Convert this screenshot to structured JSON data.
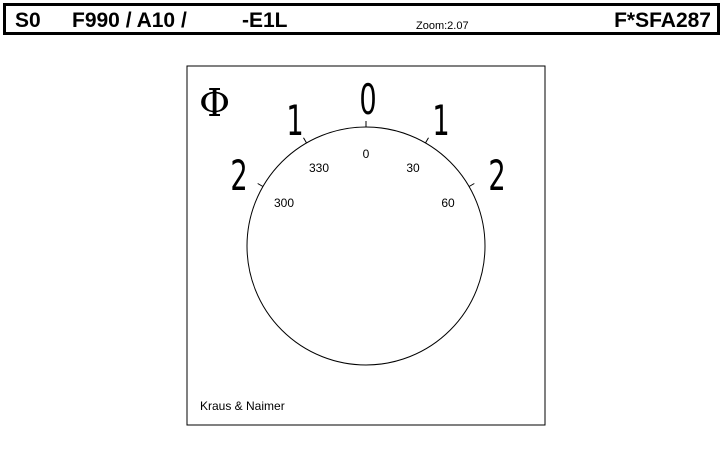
{
  "header": {
    "series": "S0",
    "code": "F990 / A10 /",
    "variant": "-E1L",
    "zoom": "Zoom:2.07",
    "reference": "F*SFA287"
  },
  "plate": {
    "phase_symbol": "Φ",
    "positions": [
      {
        "label": "2"
      },
      {
        "label": "1"
      },
      {
        "label": "0"
      },
      {
        "label": "1"
      },
      {
        "label": "2"
      }
    ],
    "angle_labels": [
      {
        "label": "300",
        "angle": 300
      },
      {
        "label": "330",
        "angle": 330
      },
      {
        "label": "0",
        "angle": 0
      },
      {
        "label": "30",
        "angle": 30
      },
      {
        "label": "60",
        "angle": 60
      }
    ],
    "tick_angles": [
      300,
      330,
      0,
      30,
      60
    ],
    "brand": "Kraus & Naimer"
  }
}
